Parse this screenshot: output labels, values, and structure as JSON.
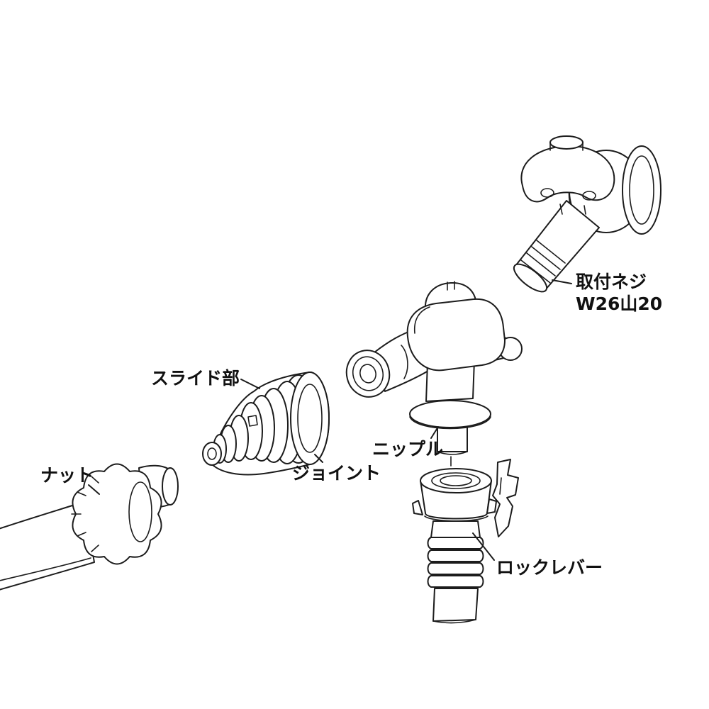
{
  "diagram": {
    "type": "exploded-parts-line-diagram",
    "background": "#ffffff",
    "line_color": "#1c1c1c",
    "text_color": "#111111",
    "labels": {
      "mount_thread": {
        "line1": "取付ネジ",
        "line2": "W26山20"
      },
      "slide_part": "スライド部",
      "joint": "ジョイント",
      "nipple": "ニップル",
      "nut": "ナット",
      "lock_lever": "ロックレバー"
    }
  }
}
